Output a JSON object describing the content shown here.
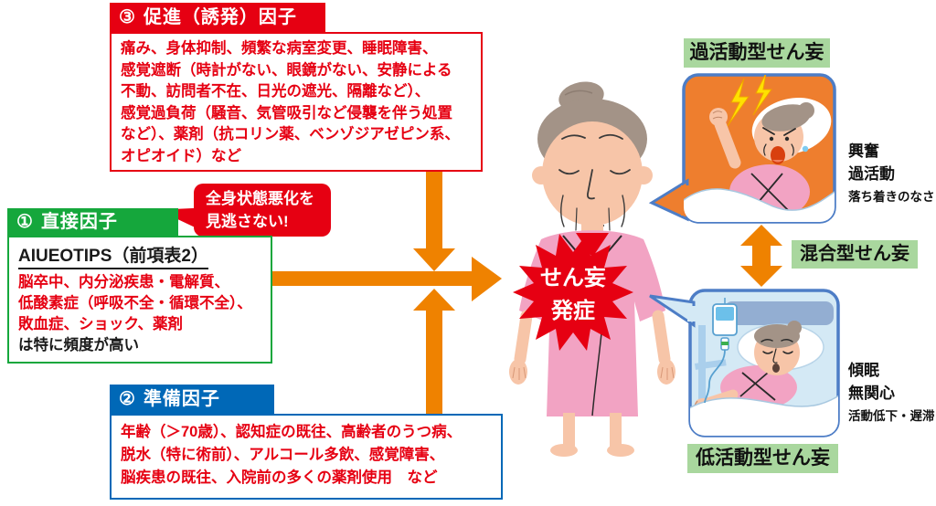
{
  "boxes": {
    "promoting": {
      "number": "③",
      "title": "促進（誘発）因子",
      "body": "痛み、身体抑制、頻繁な病室変更、睡眠障害、\n感覚遮断（時計がない、眼鏡がない、安静による\n不動、訪問者不在、日光の遮光、隔離など）、\n感覚過負荷（騒音、気管吸引など侵襲を伴う処置\nなど）、薬剤（抗コリン薬、ベンゾジアゼピン系、\nオピオイド）など"
    },
    "direct": {
      "number": "①",
      "title": "直接因子",
      "callout": "全身状態悪化を\n見逃さない!",
      "subtitle": "AIUEOTIPS（前項表2）",
      "red_text": "脳卒中、内分泌疾患・電解質、\n低酸素症（呼吸不全・循環不全）、\n敗血症、ショック、薬剤",
      "black_text": "は特に頻度が高い"
    },
    "predisposing": {
      "number": "②",
      "title": "準備因子",
      "body": "年齢（＞70歳）、認知症の既往、高齢者のうつ病、\n脱水（特に術前）、アルコール多飲、感覚障害、\n脳疾患の既往、入院前の多くの薬剤使用　など"
    }
  },
  "center": {
    "burst_line1": "せん妄",
    "burst_line2": "発症"
  },
  "right": {
    "hyperactive_label": "過活動型せん妄",
    "hyperactive_symptoms": [
      "興奮",
      "過活動",
      "落ち着きのなさ"
    ],
    "mixed_label": "混合型せん妄",
    "hypoactive_label": "低活動型せん妄",
    "hypoactive_symptoms": [
      "傾眠",
      "無関心",
      "活動低下・遅滞"
    ]
  },
  "colors": {
    "red": "#e60012",
    "green": "#15a73c",
    "blue": "#0068b7",
    "orange": "#ef8200",
    "label_green": "#a9d79e",
    "bubble_border_blue": "#4d7dc6",
    "bubble_orange": "#ee7e2e",
    "bubble_lightblue": "#d4e9f5"
  }
}
